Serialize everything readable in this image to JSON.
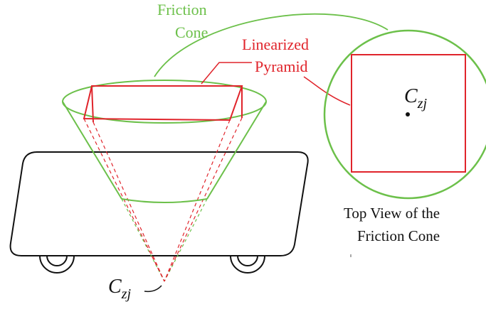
{
  "labels": {
    "friction_cone": [
      "Friction",
      "Cone"
    ],
    "linearized_pyramid": [
      "Linearized",
      "Pyramid"
    ],
    "top_view": [
      "Top View of the",
      "Friction Cone"
    ]
  },
  "math": {
    "contact_point": {
      "main": "C",
      "sub": "zj"
    },
    "contact_point_top": {
      "main": "C",
      "sub": "zj"
    }
  },
  "colors": {
    "friction_cone": "#6cc04a",
    "linearized_pyramid": "#e0242b",
    "outline": "#111111"
  }
}
